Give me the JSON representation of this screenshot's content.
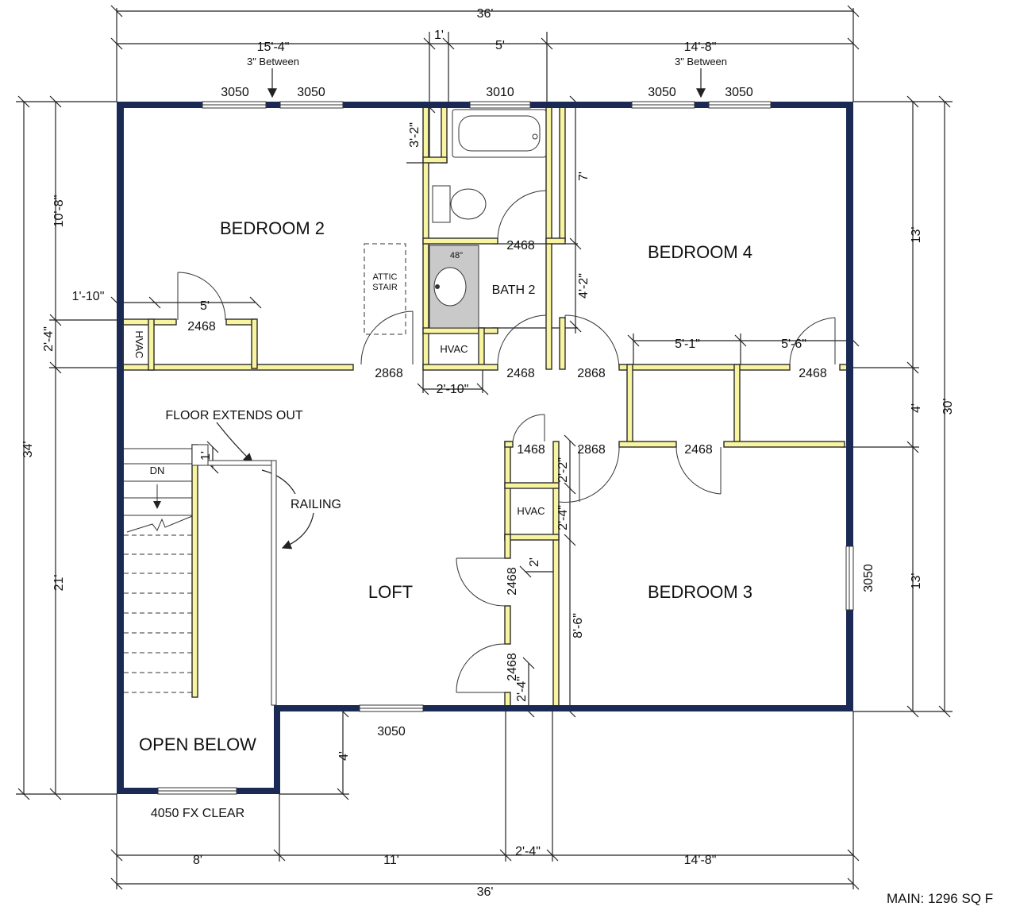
{
  "rooms": {
    "bedroom2": "BEDROOM 2",
    "bedroom4": "BEDROOM 4",
    "bedroom3": "BEDROOM 3",
    "bath2": "BATH 2",
    "loft": "LOFT",
    "open_below": "OPEN BELOW",
    "hvac": "HVAC",
    "attic_stair_1": "ATTIC",
    "attic_stair_2": "STAIR",
    "vanity_size": "48\"",
    "stairs_dn": "DN"
  },
  "annotations": {
    "floor_extends_out": "FLOOR EXTENDS OUT",
    "railing": "RAILING",
    "between_left": "3\" Between",
    "between_right": "3\" Between",
    "fx_clear": "4050 FX CLEAR",
    "main_area": "MAIN: 1296 SQ F"
  },
  "dimensions": {
    "top_total": "36'",
    "top_left": "15'-4\"",
    "top_1": "1'",
    "top_5": "5'",
    "top_right": "14'-8\"",
    "left_34": "34'",
    "left_10_8": "10'-8\"",
    "left_21": "21'",
    "left_2_4": "2'-4\"",
    "left_1_10": "1'-10\"",
    "closet_5": "5'",
    "right_30": "30'",
    "right_13_top": "13'",
    "right_4": "4'",
    "right_13_bottom": "13'",
    "bath_3_2": "3'-2\"",
    "bath_7": "7'",
    "bath_4_2": "4'-2\"",
    "hvac_2_10": "2'-10\"",
    "closet_5_1": "5'-1\"",
    "closet_5_6": "5'-6\"",
    "stair_1": "1'",
    "hall_2_2": "2'-2\"",
    "hall_2_4": "2'-4\"",
    "hall_2": "2'",
    "hall_8_6": "8'-6\"",
    "hall_2_4_low": "2'-4\"",
    "jog_4": "4'",
    "bottom_8": "8'",
    "bottom_11": "11'",
    "bottom_2_4": "2'-4\"",
    "bottom_14_8": "14'-8\"",
    "bottom_total": "36'"
  },
  "windows": {
    "w_top_1": "3050",
    "w_top_2": "3050",
    "w_top_3": "3010",
    "w_top_4": "3050",
    "w_top_5": "3050",
    "w_right": "3050",
    "w_bottom": "3050"
  },
  "doors": {
    "d_hvac_closet": "2468",
    "d_bath": "2468",
    "d_bed2": "2868",
    "d_hvac_bath": "2468",
    "d_bed4": "2868",
    "d_bed4_closet": "2468",
    "d_linen": "1468",
    "d_bed3": "2868",
    "d_bed3_closet": "2468",
    "d_loft_closet_1": "2468",
    "d_loft_closet_2": "2468"
  },
  "colors": {
    "exterior_wall": "#1b2a55",
    "interior_wall_fill": "#f8f4a0",
    "interior_wall_stroke": "#2a2a2a",
    "dim_line": "#222222",
    "vanity": "#c9c9c9"
  }
}
